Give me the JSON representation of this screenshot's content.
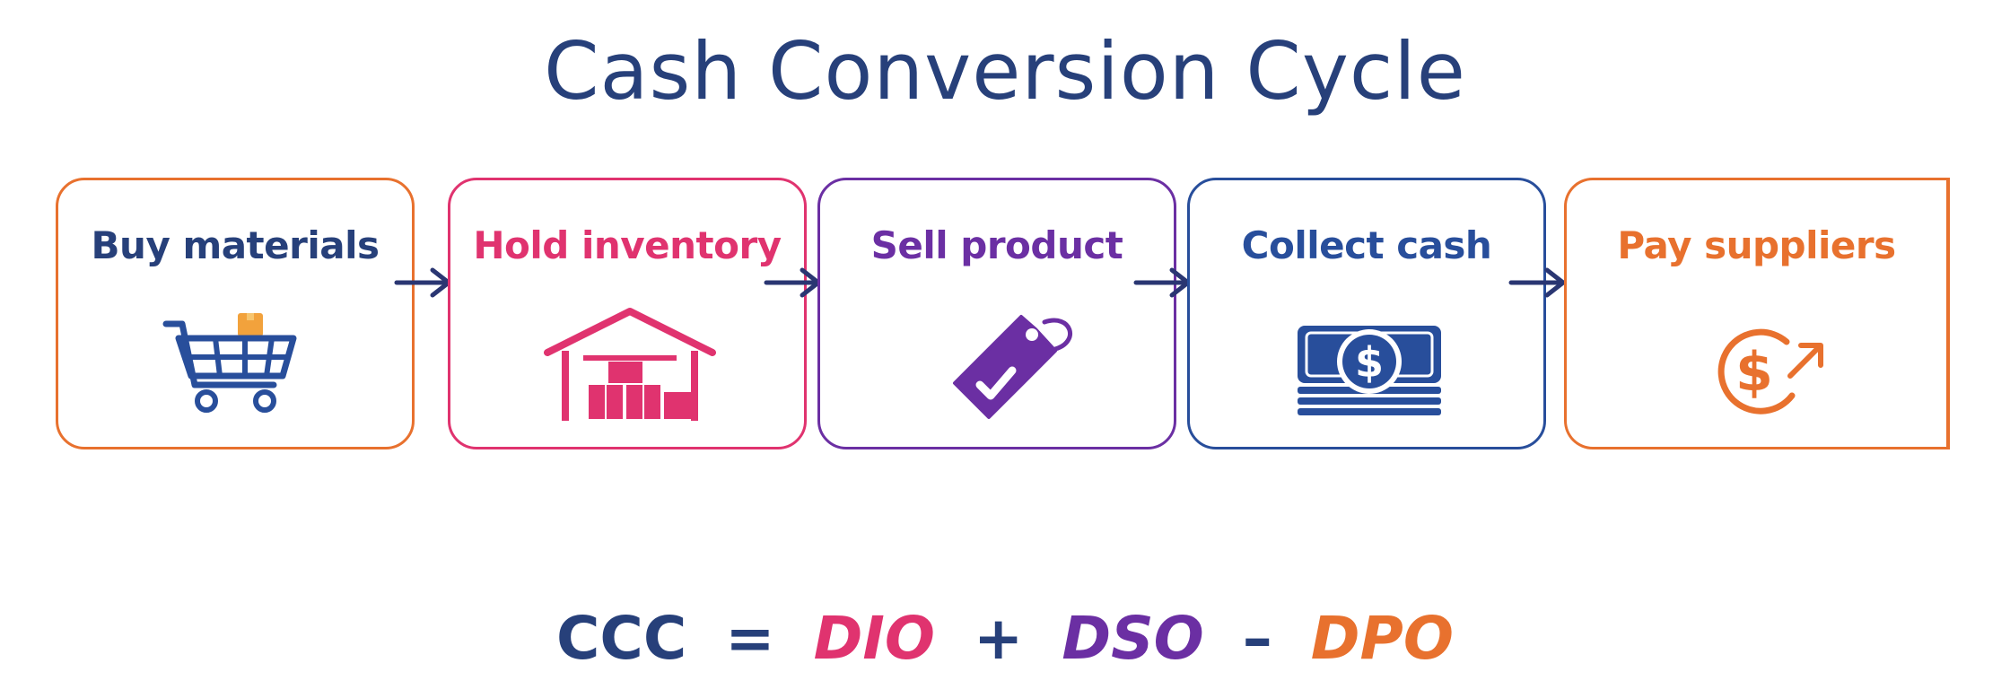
{
  "title": "Cash Conversion Cycle",
  "colors": {
    "title": "#27407a",
    "orange": "#e8712e",
    "pink": "#e0336f",
    "purple": "#6b2fa3",
    "blue": "#284e9b",
    "arrow": "#2a3672"
  },
  "steps": [
    {
      "label": "Buy materials",
      "icon": "shopping-cart-icon",
      "border": "#e8712e",
      "text": "#27407a"
    },
    {
      "label": "Hold inventory",
      "icon": "warehouse-icon",
      "border": "#e0336f",
      "text": "#e0336f"
    },
    {
      "label": "Sell product",
      "icon": "price-tag-icon",
      "border": "#6b2fa3",
      "text": "#6b2fa3"
    },
    {
      "label": "Collect cash",
      "icon": "money-stack-icon",
      "border": "#284e9b",
      "text": "#284e9b"
    },
    {
      "label": "Pay suppliers",
      "icon": "dollar-outflow-icon",
      "border": "#e8712e",
      "text": "#e8712e"
    }
  ],
  "formula": {
    "lhs": "CCC",
    "eq": "=",
    "t1": "DIO",
    "plus": "+",
    "t2": "DSO",
    "minus": "–",
    "t3": "DPO"
  }
}
